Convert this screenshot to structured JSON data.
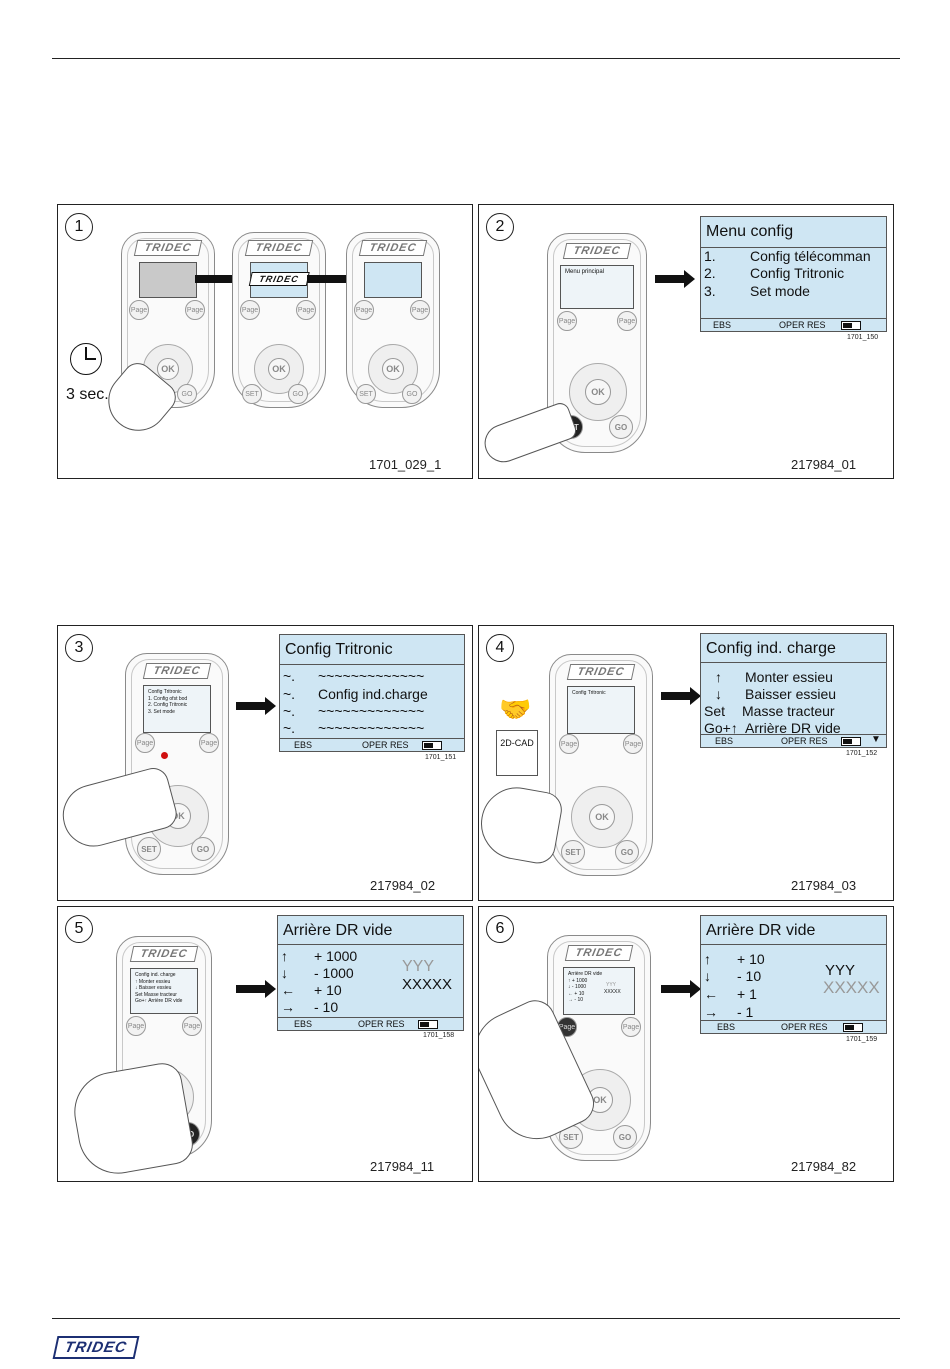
{
  "brand": "TRIDEC",
  "panels": [
    {
      "number": "1",
      "code": "1701_029_1",
      "clock_label": "3 sec."
    },
    {
      "number": "2",
      "code": "217984_01",
      "lcd_code": "1701_150",
      "mini_title": "Menu principal",
      "lcd": {
        "title": "Menu config",
        "rows": [
          {
            "key": "1.",
            "label": "Config télécomman"
          },
          {
            "key": "2.",
            "label": "Config Tritronic"
          },
          {
            "key": "3.",
            "label": "Set mode"
          }
        ],
        "footer_left": "EBS",
        "footer_mid": "OPER RES"
      }
    },
    {
      "number": "3",
      "code": "217984_02",
      "lcd_code": "1701_151",
      "mini_title": "Config Tritronic",
      "mini_rows": [
        "1.   Config ofst bod",
        "2.   Config Tritronic",
        "3.   Set mode"
      ],
      "lcd": {
        "title": "Config Tritronic",
        "rows": [
          {
            "key": "~.",
            "label": "~~~~~~~~~~~~~"
          },
          {
            "key": "~.",
            "label": "Config ind.charge"
          },
          {
            "key": "~.",
            "label": "~~~~~~~~~~~~~"
          },
          {
            "key": "~.",
            "label": "~~~~~~~~~~~~~"
          }
        ],
        "footer_left": "EBS",
        "footer_mid": "OPER RES"
      }
    },
    {
      "number": "4",
      "code": "217984_03",
      "lcd_code": "1701_152",
      "cad_label": "2D-CAD",
      "mini_title": "Config Tritronic",
      "lcd": {
        "title": "Config ind. charge",
        "rows": [
          {
            "key": "↑",
            "label": "Monter essieu"
          },
          {
            "key": "↓",
            "label": "Baisser essieu"
          },
          {
            "key": "Set",
            "label": "Masse tracteur"
          },
          {
            "key": "Go+↑",
            "label": "Arrière DR vide"
          }
        ],
        "footer_left": "EBS",
        "footer_mid": "OPER RES"
      }
    },
    {
      "number": "5",
      "code": "217984_11",
      "lcd_code": "1701_158",
      "mini_title": "Config ind. charge",
      "mini_rows": [
        "↑   Monter essieu",
        "↓   Baisser essieu",
        "Set  Masse tracteur",
        "Go+↑ Arrière DR vide"
      ],
      "lcd": {
        "title": "Arrière DR vide",
        "rows": [
          {
            "key": "↑",
            "label": "+ 1000"
          },
          {
            "key": "↓",
            "label": "- 1000"
          },
          {
            "key": "←",
            "label": "+ 10"
          },
          {
            "key": "→",
            "label": "- 10"
          }
        ],
        "value_top": "YYY",
        "value_bottom": "XXXXX",
        "footer_left": "EBS",
        "footer_mid": "OPER RES"
      }
    },
    {
      "number": "6",
      "code": "217984_82",
      "lcd_code": "1701_159",
      "mini_title": "Arrière DR vide",
      "mini_rows": [
        "↑  + 1000",
        "↓  - 1000",
        "←  + 10",
        "→  - 10"
      ],
      "mini_values": [
        "YYY",
        "XXXXX"
      ],
      "lcd": {
        "title": "Arrière DR vide",
        "rows": [
          {
            "key": "↑",
            "label": "+ 10"
          },
          {
            "key": "↓",
            "label": "- 10"
          },
          {
            "key": "←",
            "label": "+ 1"
          },
          {
            "key": "→",
            "label": "- 1"
          }
        ],
        "value_top": "YYY",
        "value_bottom": "XXXXX",
        "footer_left": "EBS",
        "footer_mid": "OPER RES"
      }
    }
  ],
  "remote_labels": {
    "page": "Page",
    "ok": "OK",
    "set": "SET",
    "go": "GO"
  },
  "footer_brand": "TRIDEC"
}
